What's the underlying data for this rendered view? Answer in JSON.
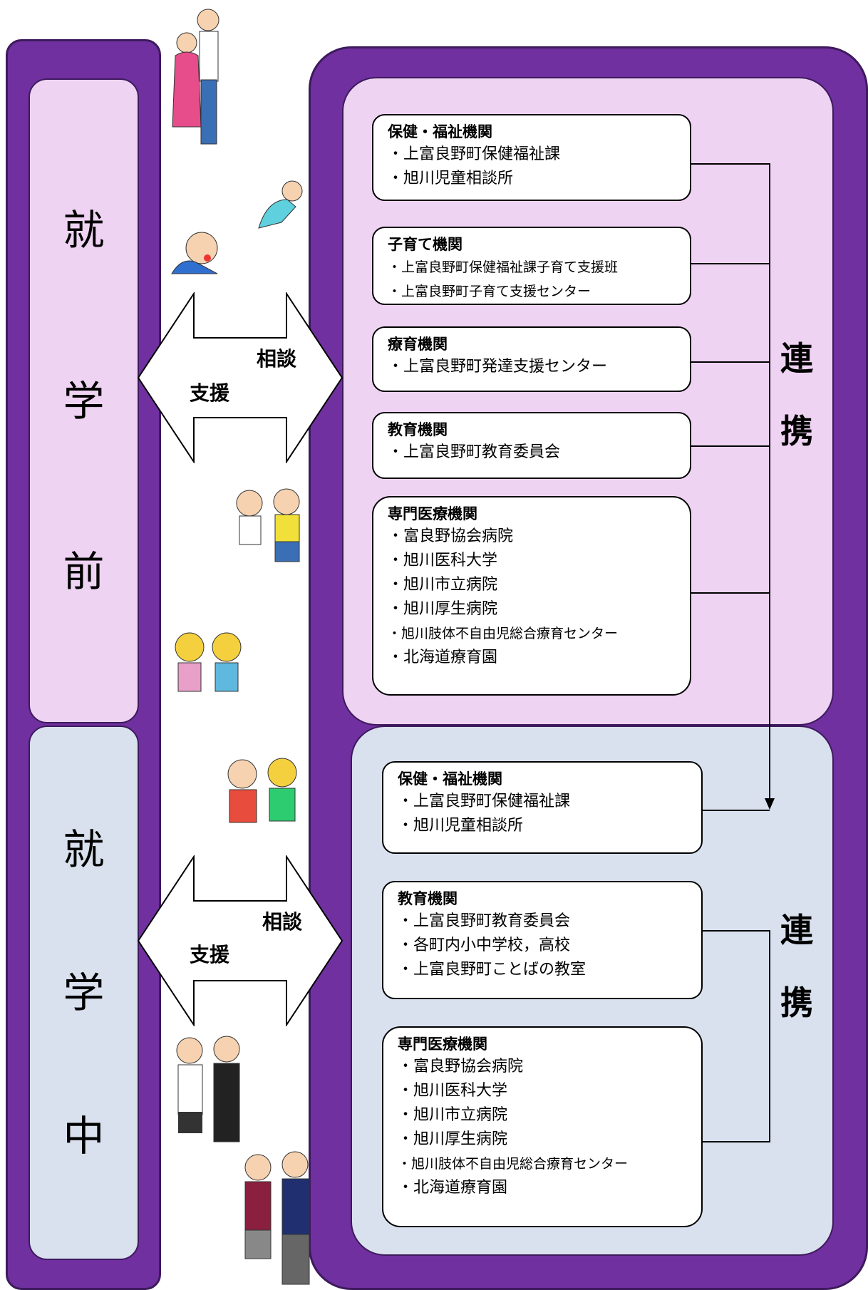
{
  "stages": {
    "pre": [
      "就",
      "学",
      "前"
    ],
    "during": [
      "就",
      "学",
      "中"
    ]
  },
  "arrow_labels": {
    "consult": "相談",
    "support": "支援"
  },
  "link_label": [
    "連",
    "携"
  ],
  "pre_orgs": [
    {
      "name": "保健・福祉機関",
      "items": [
        "・上富良野町保健福祉課",
        "・旭川児童相談所"
      ]
    },
    {
      "name": "子育て機関",
      "items": [
        "・上富良野町保健福祉課子育て支援班",
        "・上富良野町子育て支援センター"
      ]
    },
    {
      "name": "療育機関",
      "items": [
        "・上富良野町発達支援センター"
      ]
    },
    {
      "name": "教育機関",
      "items": [
        "・上富良野町教育委員会"
      ]
    },
    {
      "name": "専門医療機関",
      "items": [
        "・富良野協会病院",
        "・旭川医科大学",
        "・旭川市立病院",
        "・旭川厚生病院",
        "・旭川肢体不自由児総合療育センター",
        "・北海道療育園"
      ]
    }
  ],
  "during_orgs": [
    {
      "name": "保健・福祉機関",
      "items": [
        "・上富良野町保健福祉課",
        "・旭川児童相談所"
      ]
    },
    {
      "name": "教育機関",
      "items": [
        "・上富良野町教育委員会",
        "・各町内小中学校，高校",
        "・上富良野町ことばの教室"
      ]
    },
    {
      "name": "専門医療機関",
      "items": [
        "・富良野協会病院",
        "・旭川医科大学",
        "・旭川市立病院",
        "・旭川厚生病院",
        "・旭川肢体不自由児総合療育センター",
        "・北海道療育園"
      ]
    }
  ]
}
